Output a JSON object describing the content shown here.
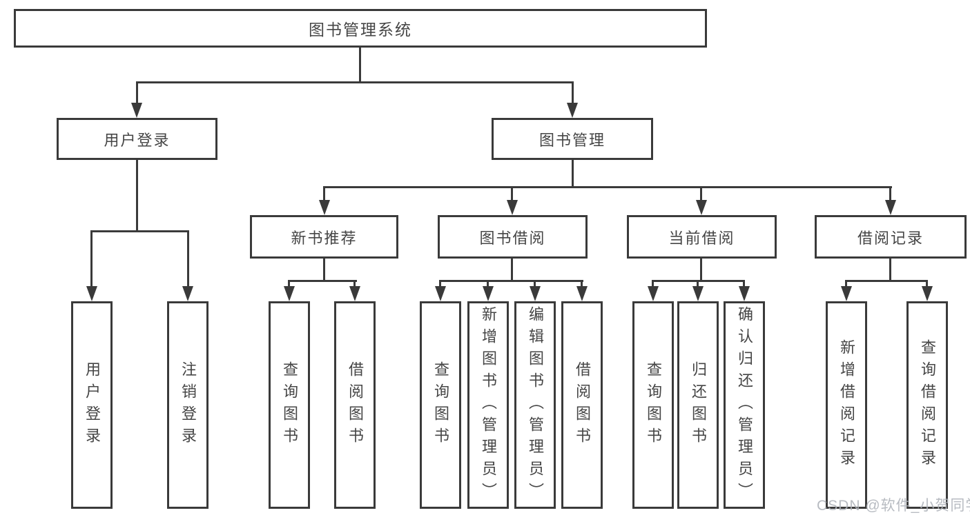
{
  "diagram_type": "hierarchy-tree",
  "colors": {
    "background": "#ffffff",
    "line": "#3a3a3a",
    "box_border": "#3a3a3a",
    "box_fill": "#ffffff",
    "text": "#454545",
    "watermark": "#b0b5ba"
  },
  "tree": {
    "root": {
      "label": "图书管理系统"
    },
    "branches": [
      {
        "label": "用户登录",
        "children": [
          {
            "label": "用户登录"
          },
          {
            "label": "注销登录"
          }
        ]
      },
      {
        "label": "图书管理",
        "sections": [
          {
            "label": "新书推荐",
            "children": [
              {
                "label": "查询图书"
              },
              {
                "label": "借阅图书"
              }
            ]
          },
          {
            "label": "图书借阅",
            "children": [
              {
                "label": "查询图书"
              },
              {
                "label": "新增图书（管理员）"
              },
              {
                "label": "编辑图书（管理员）"
              },
              {
                "label": "借阅图书"
              }
            ]
          },
          {
            "label": "当前借阅",
            "children": [
              {
                "label": "查询图书"
              },
              {
                "label": "归还图书"
              },
              {
                "label": "确认归还（管理员）"
              }
            ]
          },
          {
            "label": "借阅记录",
            "children": [
              {
                "label": "新增借阅记录"
              },
              {
                "label": "查询借阅记录"
              }
            ]
          }
        ]
      }
    ]
  },
  "watermark": {
    "text": "CSDN @软件_小贺同学"
  }
}
